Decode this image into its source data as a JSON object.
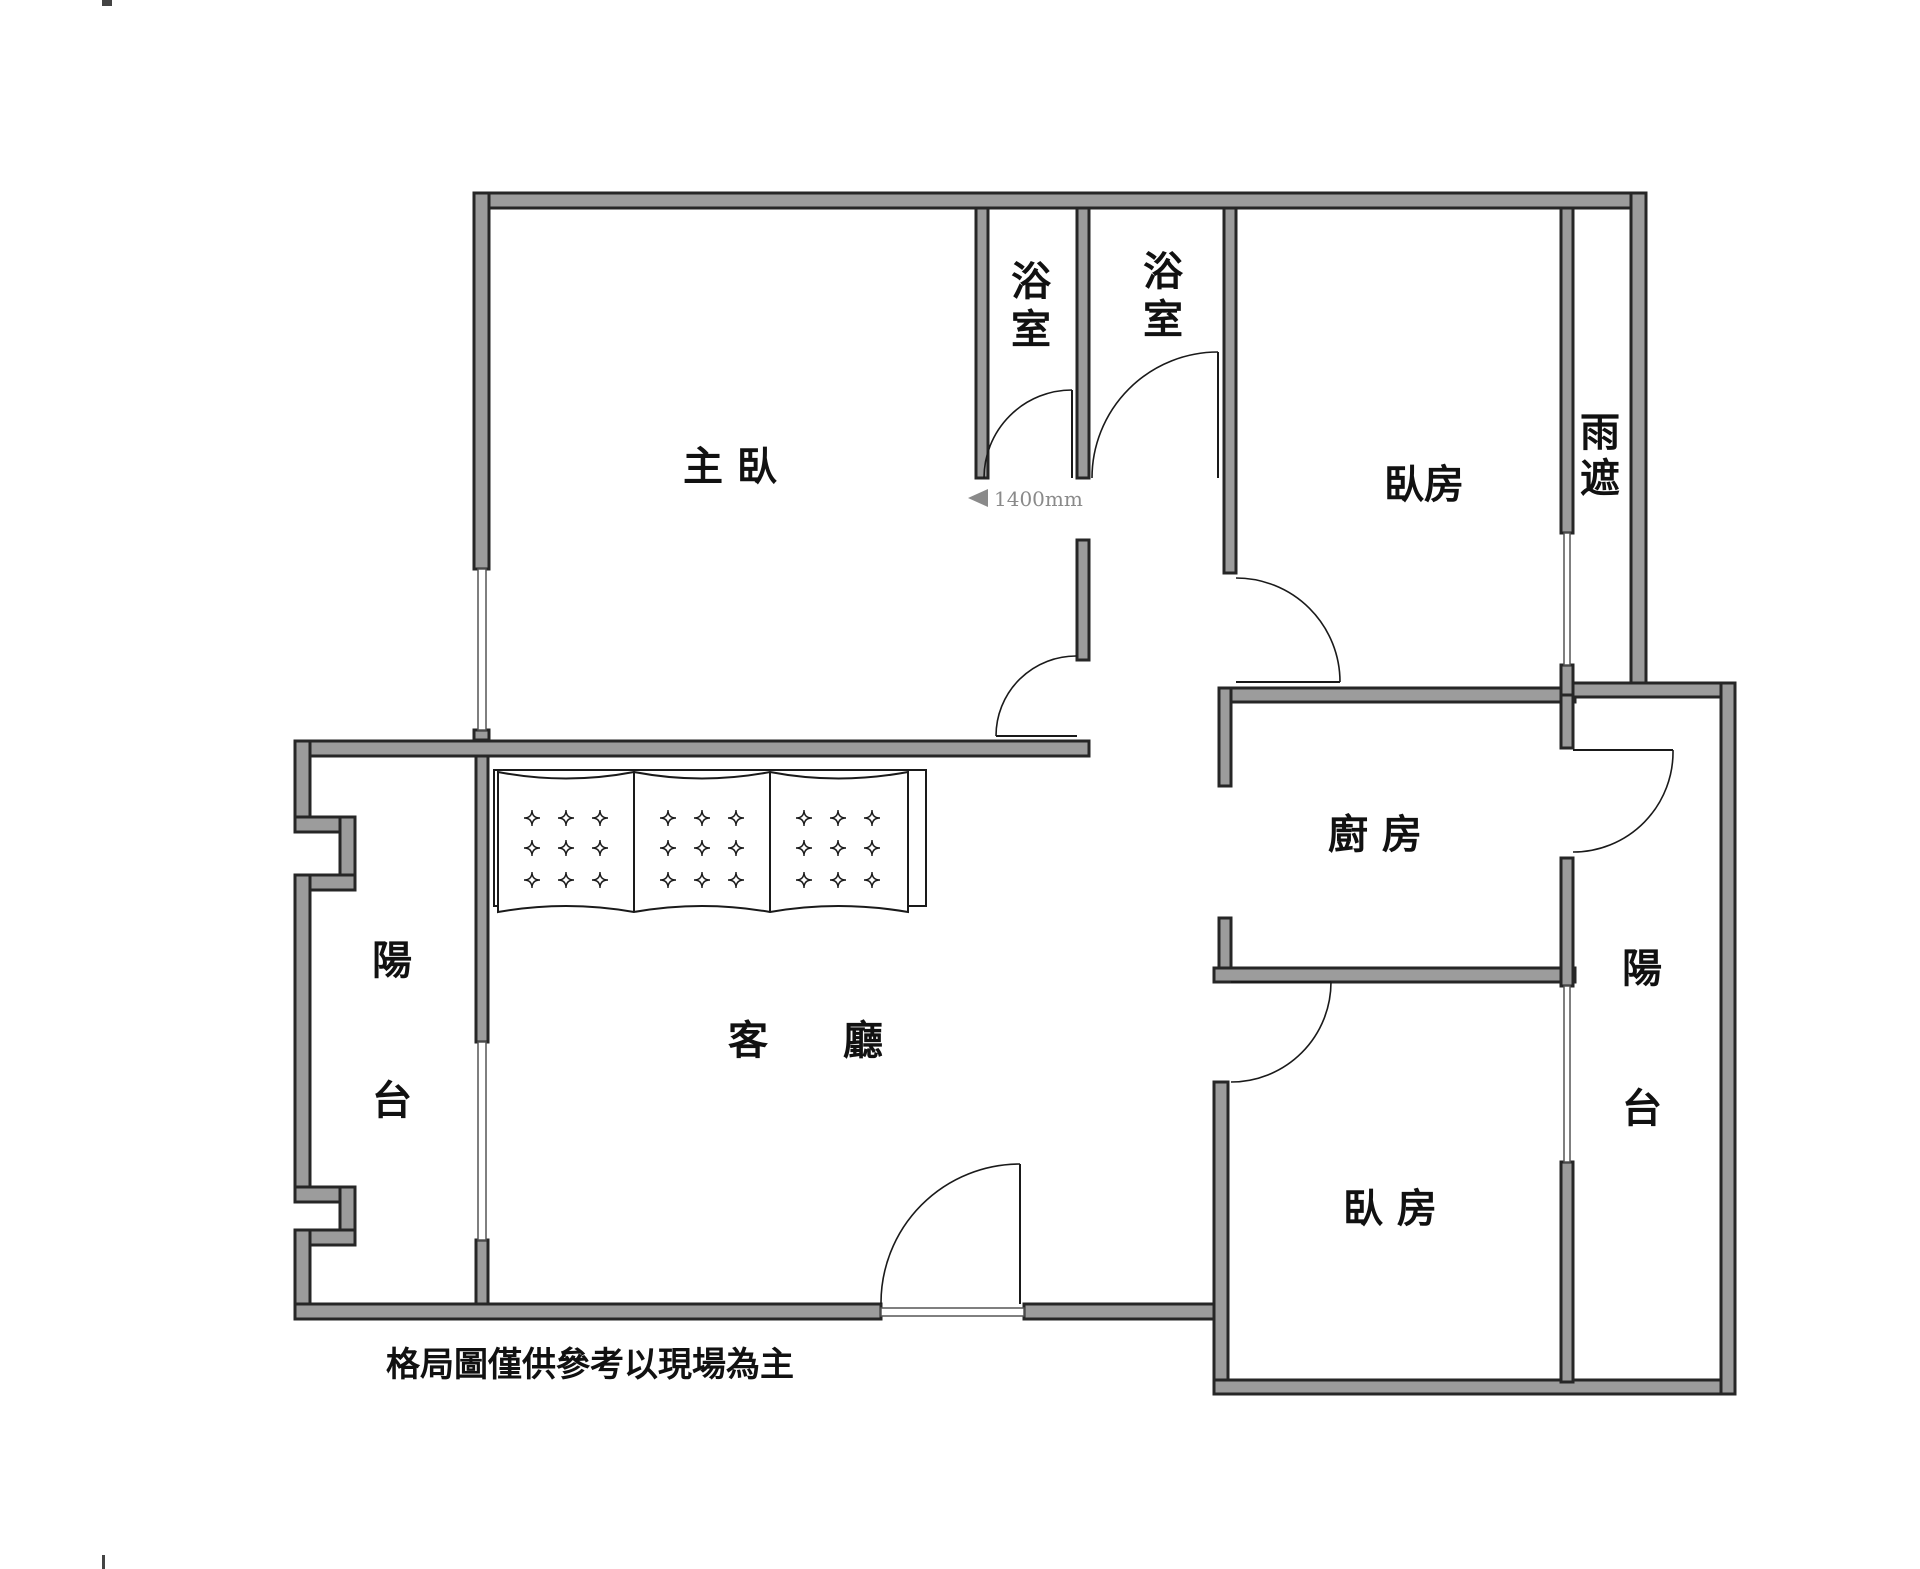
{
  "rooms": {
    "master_bedroom": "主 臥",
    "bath_1_line1": "浴",
    "bath_1_line2": "室",
    "bath_2_line1": "浴",
    "bath_2_line2": "室",
    "bedroom_top": "臥房",
    "rain_shelter_line1": "雨",
    "rain_shelter_line2": "遮",
    "kitchen": "廚 房",
    "living_room_left": "客",
    "living_room_right": "廳",
    "balcony_left_line1": "陽",
    "balcony_left_line2": "台",
    "balcony_right_line1": "陽",
    "balcony_right_line2": "台",
    "bedroom_bottom": "臥 房"
  },
  "dimension": "1400mm",
  "footnote": "格局圖僅供參考以現場為主",
  "colors": {
    "wall_fill": "#9c9c9c",
    "wall_edge": "#262626",
    "ink": "#111111"
  }
}
